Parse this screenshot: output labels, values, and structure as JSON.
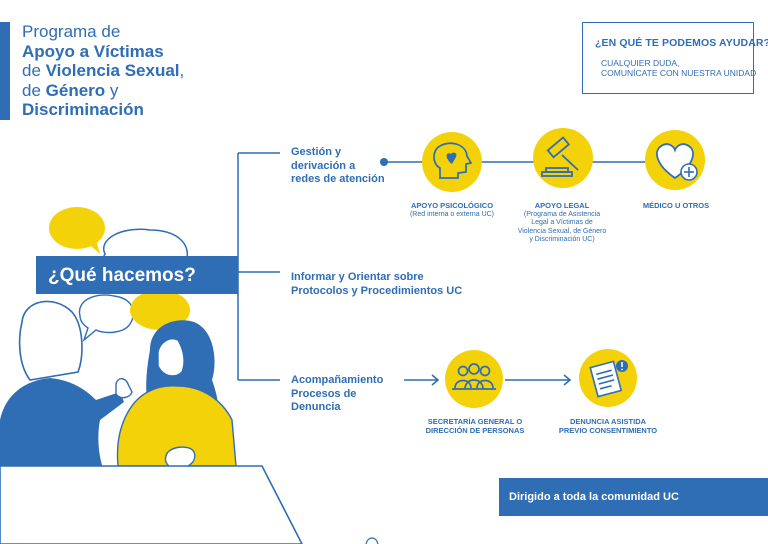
{
  "title": {
    "line1": "Programa de",
    "line2": "Apoyo a Víctimas",
    "line3_pre": "de ",
    "line3_bold": "Violencia Sexual",
    "line3_post": ",",
    "line4_pre": "de ",
    "line4_bold": "Género",
    "line4_post": " y",
    "line5": "Discriminación"
  },
  "help": {
    "question": "¿EN QUÉ TE PODEMOS AYUDAR?",
    "line1": "CUALQUIER DUDA,",
    "line2": "COMUNÍCATE CON NUESTRA UNIDAD"
  },
  "what_we_do": "¿Qué hacemos?",
  "branches": {
    "gestion": [
      "Gestión y",
      "derivación a",
      "redes de atención"
    ],
    "informar": [
      "Informar y Orientar sobre",
      "Protocolos y Procedimientos UC"
    ],
    "acompanamiento": [
      "Acompañamiento",
      "Procesos de",
      "Denuncia"
    ]
  },
  "services": {
    "psicologico": {
      "title": "APOYO PSICOLÓGICO",
      "sub": [
        "(Red interna o externa UC)"
      ]
    },
    "legal": {
      "title": "APOYO LEGAL",
      "sub": [
        "(Programa de Asistencia",
        "Legal a Víctimas de",
        "Violencia Sexual, de Género",
        "y Discriminación UC)"
      ]
    },
    "medico": {
      "title": "MÉDICO U OTROS",
      "sub": []
    }
  },
  "denuncia": {
    "secretaria": [
      "SECRETARÍA GENERAL O",
      "DIRECCIÓN DE PERSONAS"
    ],
    "asistida": [
      "DENUNCIA ASISTIDA",
      "PREVIO CONSENTIMIENTO"
    ]
  },
  "community": "Dirigido a toda la comunidad UC",
  "colors": {
    "blue": "#2f6db5",
    "yellow": "#f4d20a",
    "white": "#ffffff"
  },
  "icons": [
    "head-heart-icon",
    "gavel-icon",
    "heart-plus-icon",
    "people-group-icon",
    "document-alert-icon",
    "speech-bubble-icon"
  ]
}
